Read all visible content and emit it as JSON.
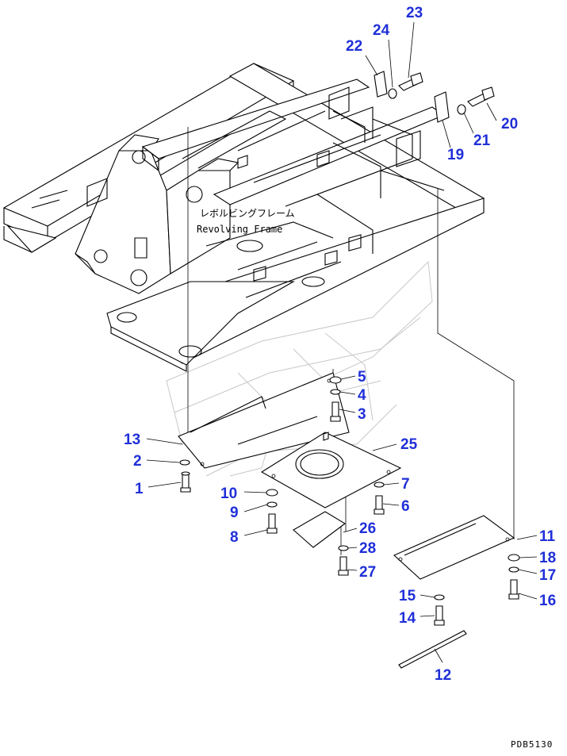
{
  "frame_label_jp": "レボルビングフレーム",
  "frame_label_en": "Revolving Frame",
  "drawing_code": "PDB5130",
  "callouts": [
    "1",
    "2",
    "3",
    "4",
    "5",
    "6",
    "7",
    "8",
    "9",
    "10",
    "11",
    "12",
    "13",
    "14",
    "15",
    "16",
    "17",
    "18",
    "19",
    "20",
    "21",
    "22",
    "23",
    "24",
    "25",
    "26",
    "27",
    "28"
  ],
  "colors": {
    "callout": "#1f2fd8",
    "line": "#000000",
    "watermark": "#9a9a9a"
  }
}
